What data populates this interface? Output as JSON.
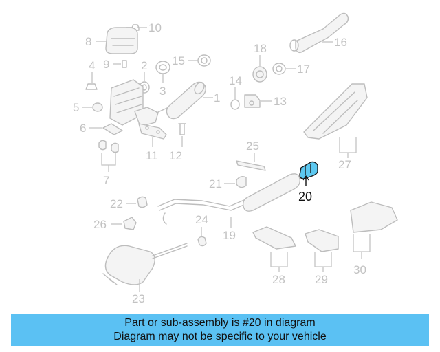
{
  "diagram": {
    "highlighted_part": "20",
    "callouts": [
      "1",
      "2",
      "3",
      "4",
      "5",
      "6",
      "7",
      "8",
      "9",
      "10",
      "11",
      "12",
      "13",
      "14",
      "15",
      "16",
      "17",
      "18",
      "19",
      "20",
      "21",
      "22",
      "23",
      "24",
      "25",
      "26",
      "27",
      "28",
      "29",
      "30"
    ]
  },
  "banner": {
    "line1": "Part or sub-assembly is #20 in diagram",
    "line2": "Diagram may not be specific to your vehicle"
  },
  "colors": {
    "banner_bg": "#5bc1f3",
    "highlight": "#5cc8f0",
    "linework": "#bdbdbd"
  }
}
